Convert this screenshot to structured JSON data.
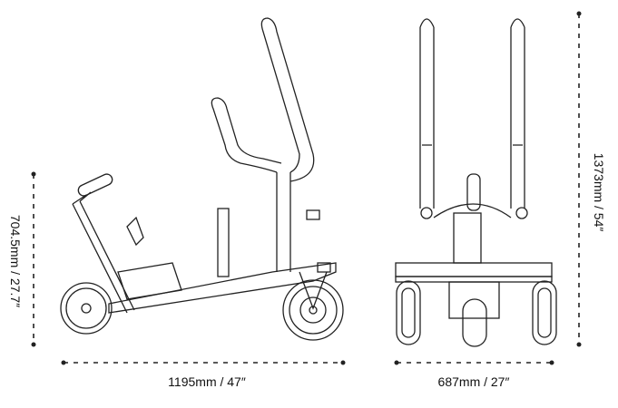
{
  "dimensions": {
    "side_height": "704.5mm / 27.7″",
    "side_length": "1195mm / 47″",
    "front_width": "687mm / 27″",
    "front_height": "1373mm / 54″"
  }
}
